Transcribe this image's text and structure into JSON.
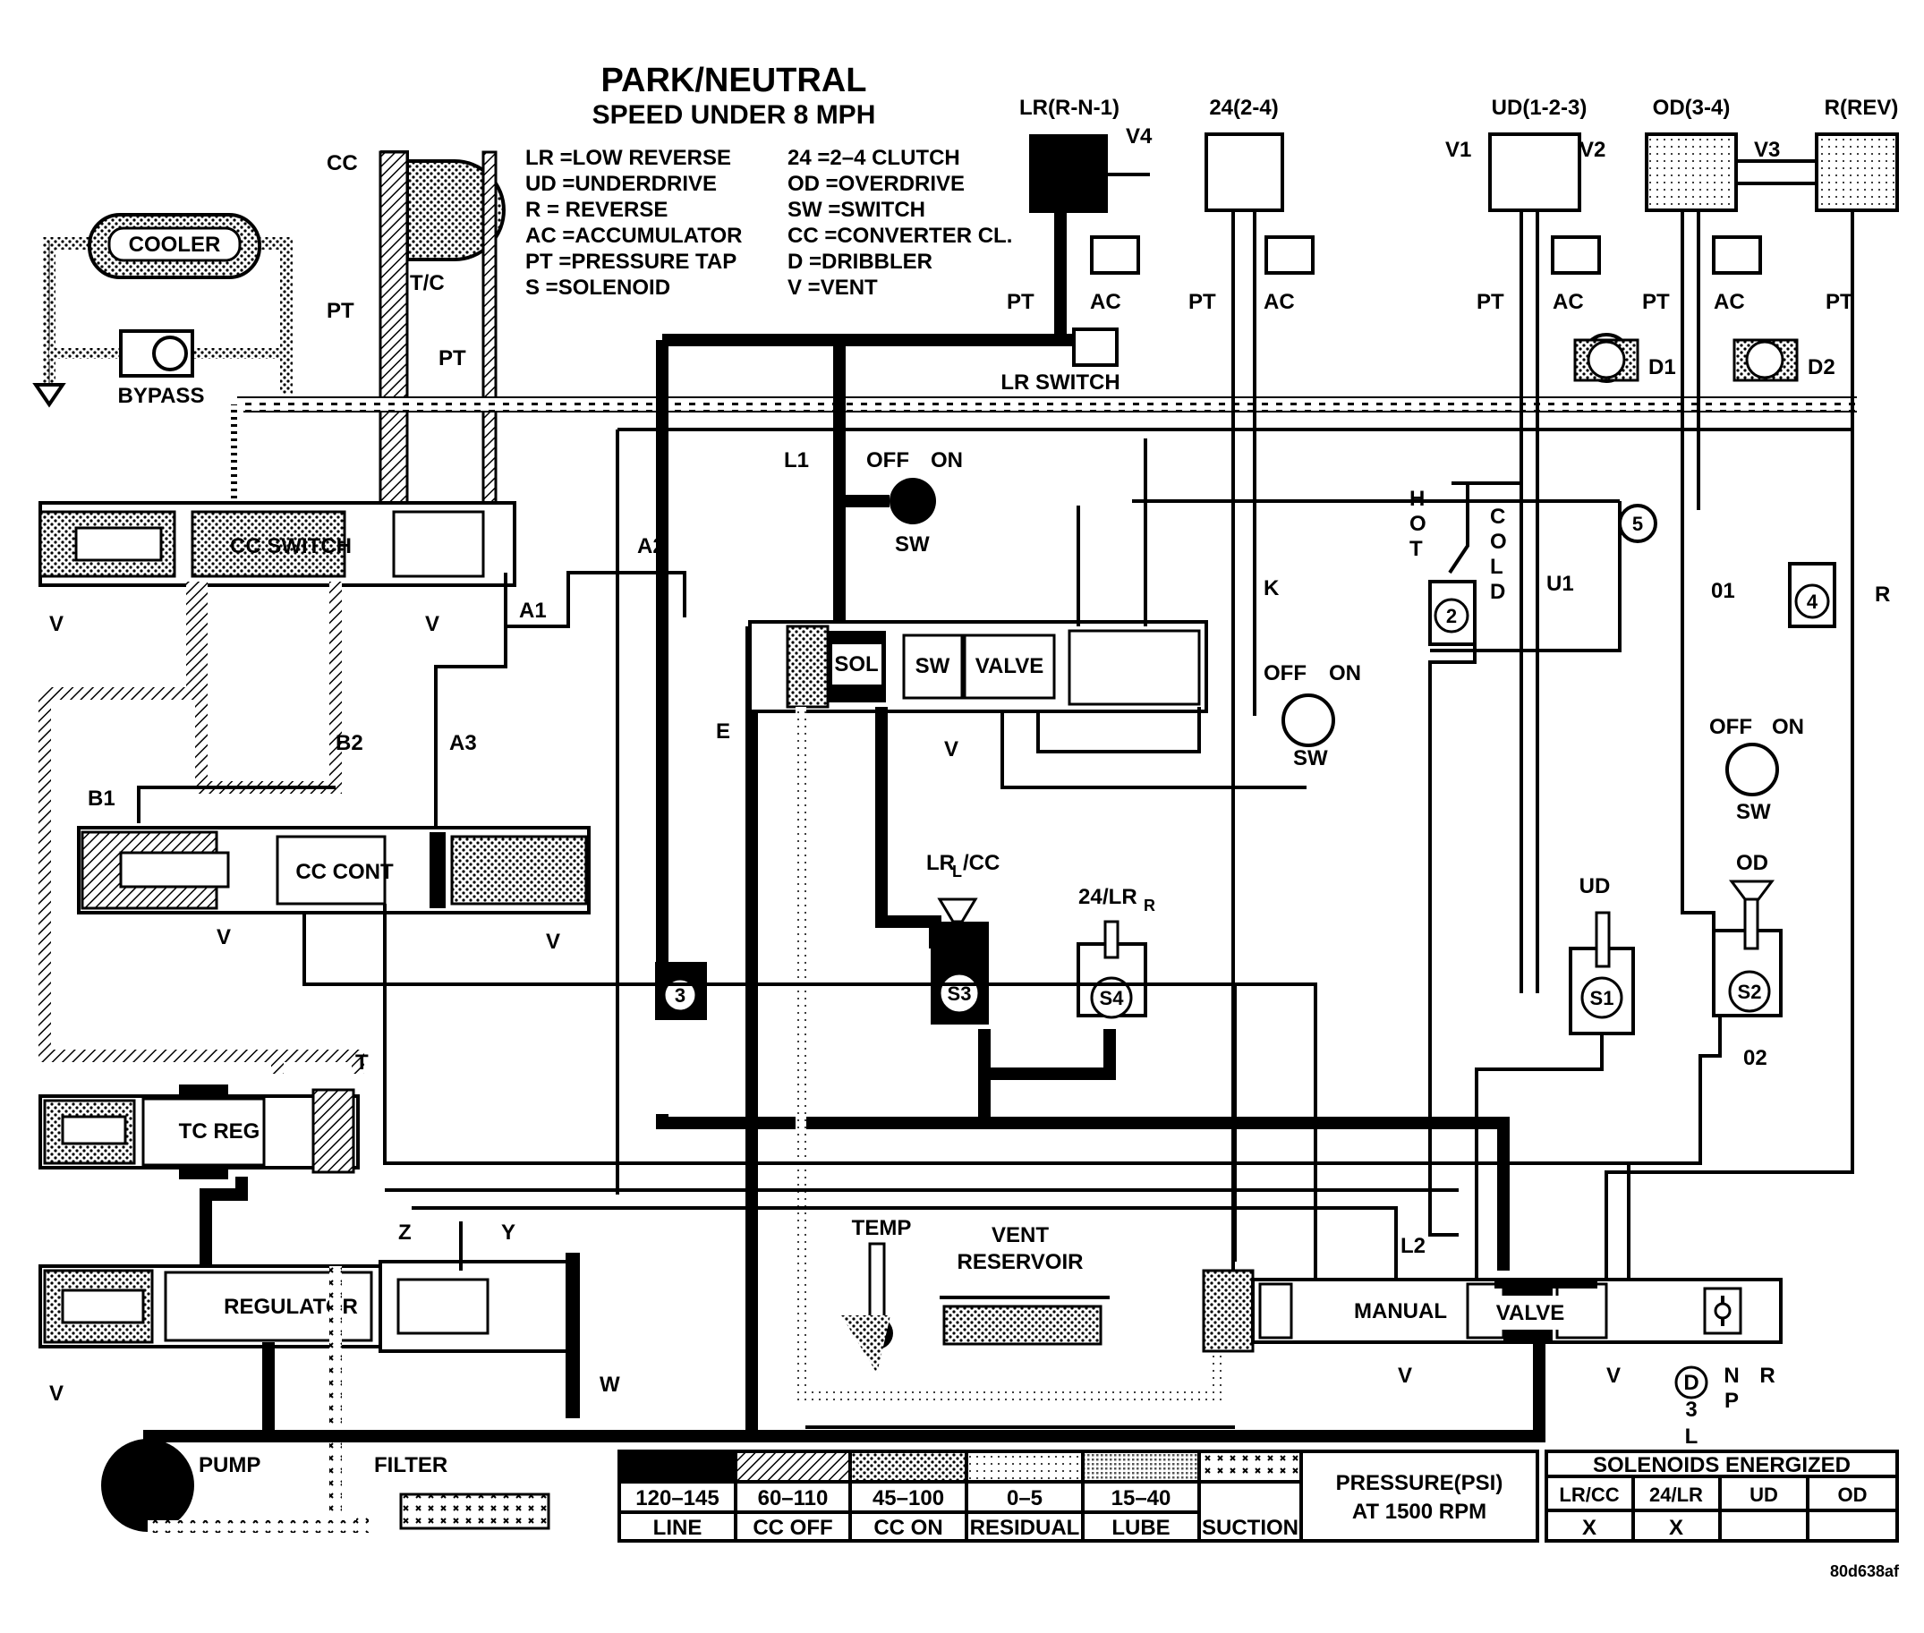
{
  "title": {
    "line1": "PARK/NEUTRAL",
    "line2": "SPEED UNDER 8 MPH"
  },
  "abbreviations": {
    "left": [
      "LR =LOW REVERSE",
      "UD =UNDERDRIVE",
      "R  = REVERSE",
      "AC =ACCUMULATOR",
      "PT =PRESSURE TAP",
      "S   =SOLENOID"
    ],
    "right": [
      "24  =2–4 CLUTCH",
      "OD =OVERDRIVE",
      "SW =SWITCH",
      "CC =CONVERTER CL.",
      "D   =DRIBBLER",
      "V   =VENT"
    ]
  },
  "clutches": {
    "lr": "LR(R-N-1)",
    "c24": "24(2-4)",
    "ud": "UD(1-2-3)",
    "od": "OD(3-4)",
    "rev": "R(REV)"
  },
  "labels": {
    "cc": "CC",
    "tc": "T/C",
    "cooler": "COOLER",
    "bypass": "BYPASS",
    "pt": "PT",
    "ac": "AC",
    "v": "V",
    "v1": "V1",
    "v2": "V2",
    "v3": "V3",
    "v4": "V4",
    "d1": "D1",
    "d2": "D2",
    "lr_switch": "LR SWITCH",
    "cc_switch": "CC SWITCH",
    "cc_cont": "CC CONT",
    "tc_reg": "TC REG",
    "regulator": "REGULATOR",
    "sol": "SOL",
    "sw": "SW",
    "valve": "VALVE",
    "manual": "MANUAL",
    "pump": "PUMP",
    "filter": "FILTER",
    "temp": "TEMP",
    "vent_reservoir_1": "VENT",
    "vent_reservoir_2": "RESERVOIR",
    "hot": [
      "H",
      "O",
      "T"
    ],
    "cold": [
      "C",
      "O",
      "L",
      "D"
    ],
    "off": "OFF",
    "on": "ON",
    "a1": "A1",
    "a2": "A2",
    "a3": "A3",
    "b1": "B1",
    "b2": "B2",
    "e": "E",
    "k": "K",
    "l1": "L1",
    "l2": "L2",
    "u1": "U1",
    "o1": "01",
    "o2": "02",
    "r": "R",
    "t": "T",
    "w": "W",
    "y": "Y",
    "z": "Z",
    "lr_cc": "LR",
    "lr_cc_sub": "L",
    "lr_cc_tail": "/CC",
    "s24_lr": "24",
    "s24_lr_tail": "/LR",
    "s24_lr_sub": "R",
    "ud_sol": "UD",
    "od_sol": "OD",
    "s1": "S1",
    "s2": "S2",
    "s3": "S3",
    "s4": "S4",
    "check_2": "2",
    "check_3": "3",
    "check_4": "4",
    "check_5": "5",
    "gear_d": "D",
    "gear_n": "N",
    "gear_p": "P",
    "gear_r": "R",
    "gear_3": "3",
    "gear_l": "L"
  },
  "pressure_legend": {
    "ranges": [
      "120–145",
      "60–110",
      "45–100",
      "0–5",
      "15–40",
      ""
    ],
    "names": [
      "LINE",
      "CC OFF",
      "CC ON",
      "RESIDUAL",
      "LUBE",
      "SUCTION"
    ],
    "caption_1": "PRESSURE(PSI)",
    "caption_2": "AT 1500 RPM"
  },
  "solenoid_table": {
    "title": "SOLENOIDS ENERGIZED",
    "headers": [
      "LR/CC",
      "24/LR",
      "UD",
      "OD"
    ],
    "values": [
      "X",
      "X",
      "",
      ""
    ]
  },
  "figure_code": "80d638af"
}
